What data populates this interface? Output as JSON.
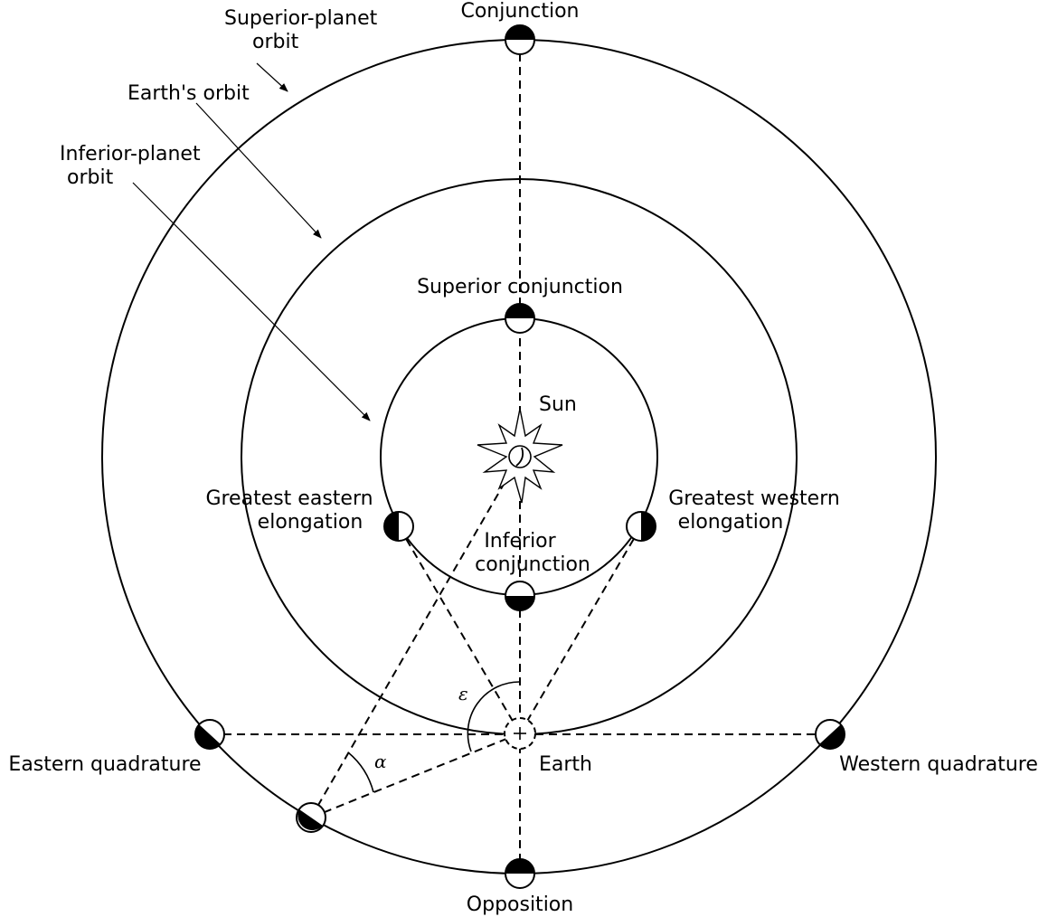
{
  "labels": {
    "conjunction": "Conjunction",
    "superior_planet_orbit_1": "Superior-planet",
    "superior_planet_orbit_2": "orbit",
    "earths_orbit": "Earth's orbit",
    "inferior_planet_orbit_1": "Inferior-planet",
    "inferior_planet_orbit_2": "orbit",
    "superior_conjunction": "Superior conjunction",
    "sun": "Sun",
    "greatest_eastern_1": "Greatest eastern",
    "greatest_eastern_2": "elongation",
    "greatest_western_1": "Greatest western",
    "greatest_western_2": "elongation",
    "inferior_conjunction_1": "Inferior",
    "inferior_conjunction_2": "conjunction",
    "epsilon": "ε",
    "alpha": "α",
    "eastern_quadrature": "Eastern quadrature",
    "earth": "Earth",
    "western_quadrature": "Western quadrature",
    "opposition": "Opposition"
  },
  "colors": {
    "ink": "#000000",
    "background": "#ffffff"
  }
}
